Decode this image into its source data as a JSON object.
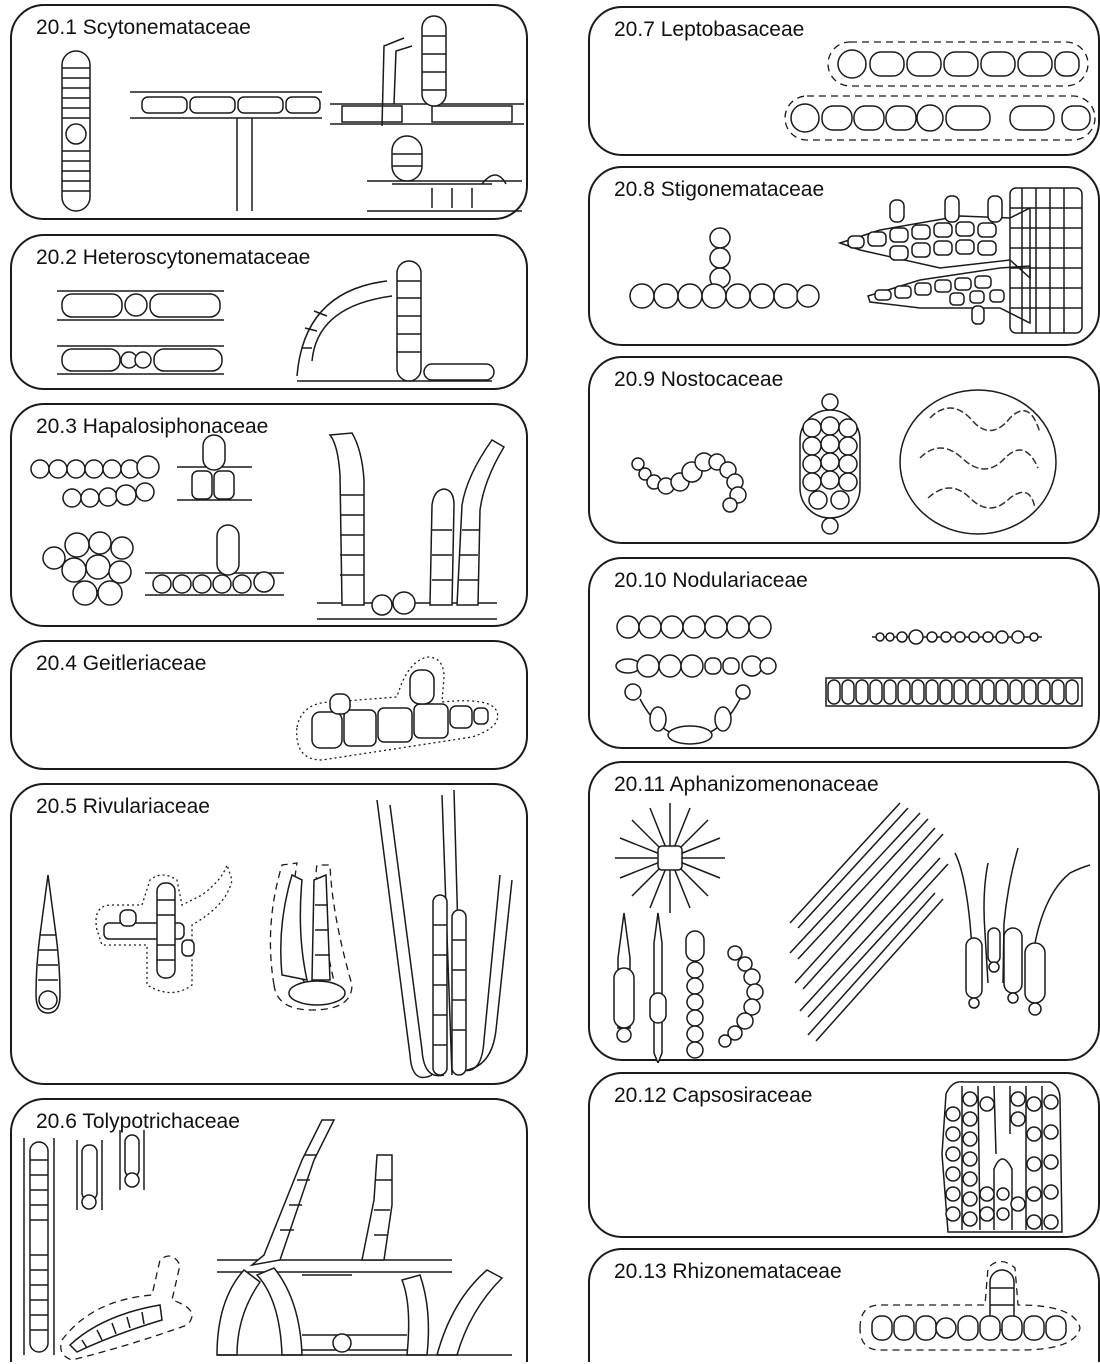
{
  "panels": [
    {
      "id": "p1",
      "label": "20.1 Scytonemataceae"
    },
    {
      "id": "p2",
      "label": "20.2 Heteroscytonemataceae"
    },
    {
      "id": "p3",
      "label": "20.3 Hapalosiphonaceae"
    },
    {
      "id": "p4",
      "label": "20.4 Geitleriaceae"
    },
    {
      "id": "p5",
      "label": "20.5 Rivulariaceae"
    },
    {
      "id": "p6",
      "label": "20.6 Tolypotrichaceae"
    },
    {
      "id": "p7",
      "label": "20.7 Leptobasaceae"
    },
    {
      "id": "p8",
      "label": "20.8 Stigonemataceae"
    },
    {
      "id": "p9",
      "label": "20.9 Nostocaceae"
    },
    {
      "id": "p10",
      "label": "20.10 Nodulariaceae"
    },
    {
      "id": "p11",
      "label": "20.11 Aphanizomenonaceae"
    },
    {
      "id": "p12",
      "label": "20.12 Capsosiraceae"
    },
    {
      "id": "p13",
      "label": "20.13 Rhizonemataceae"
    }
  ]
}
